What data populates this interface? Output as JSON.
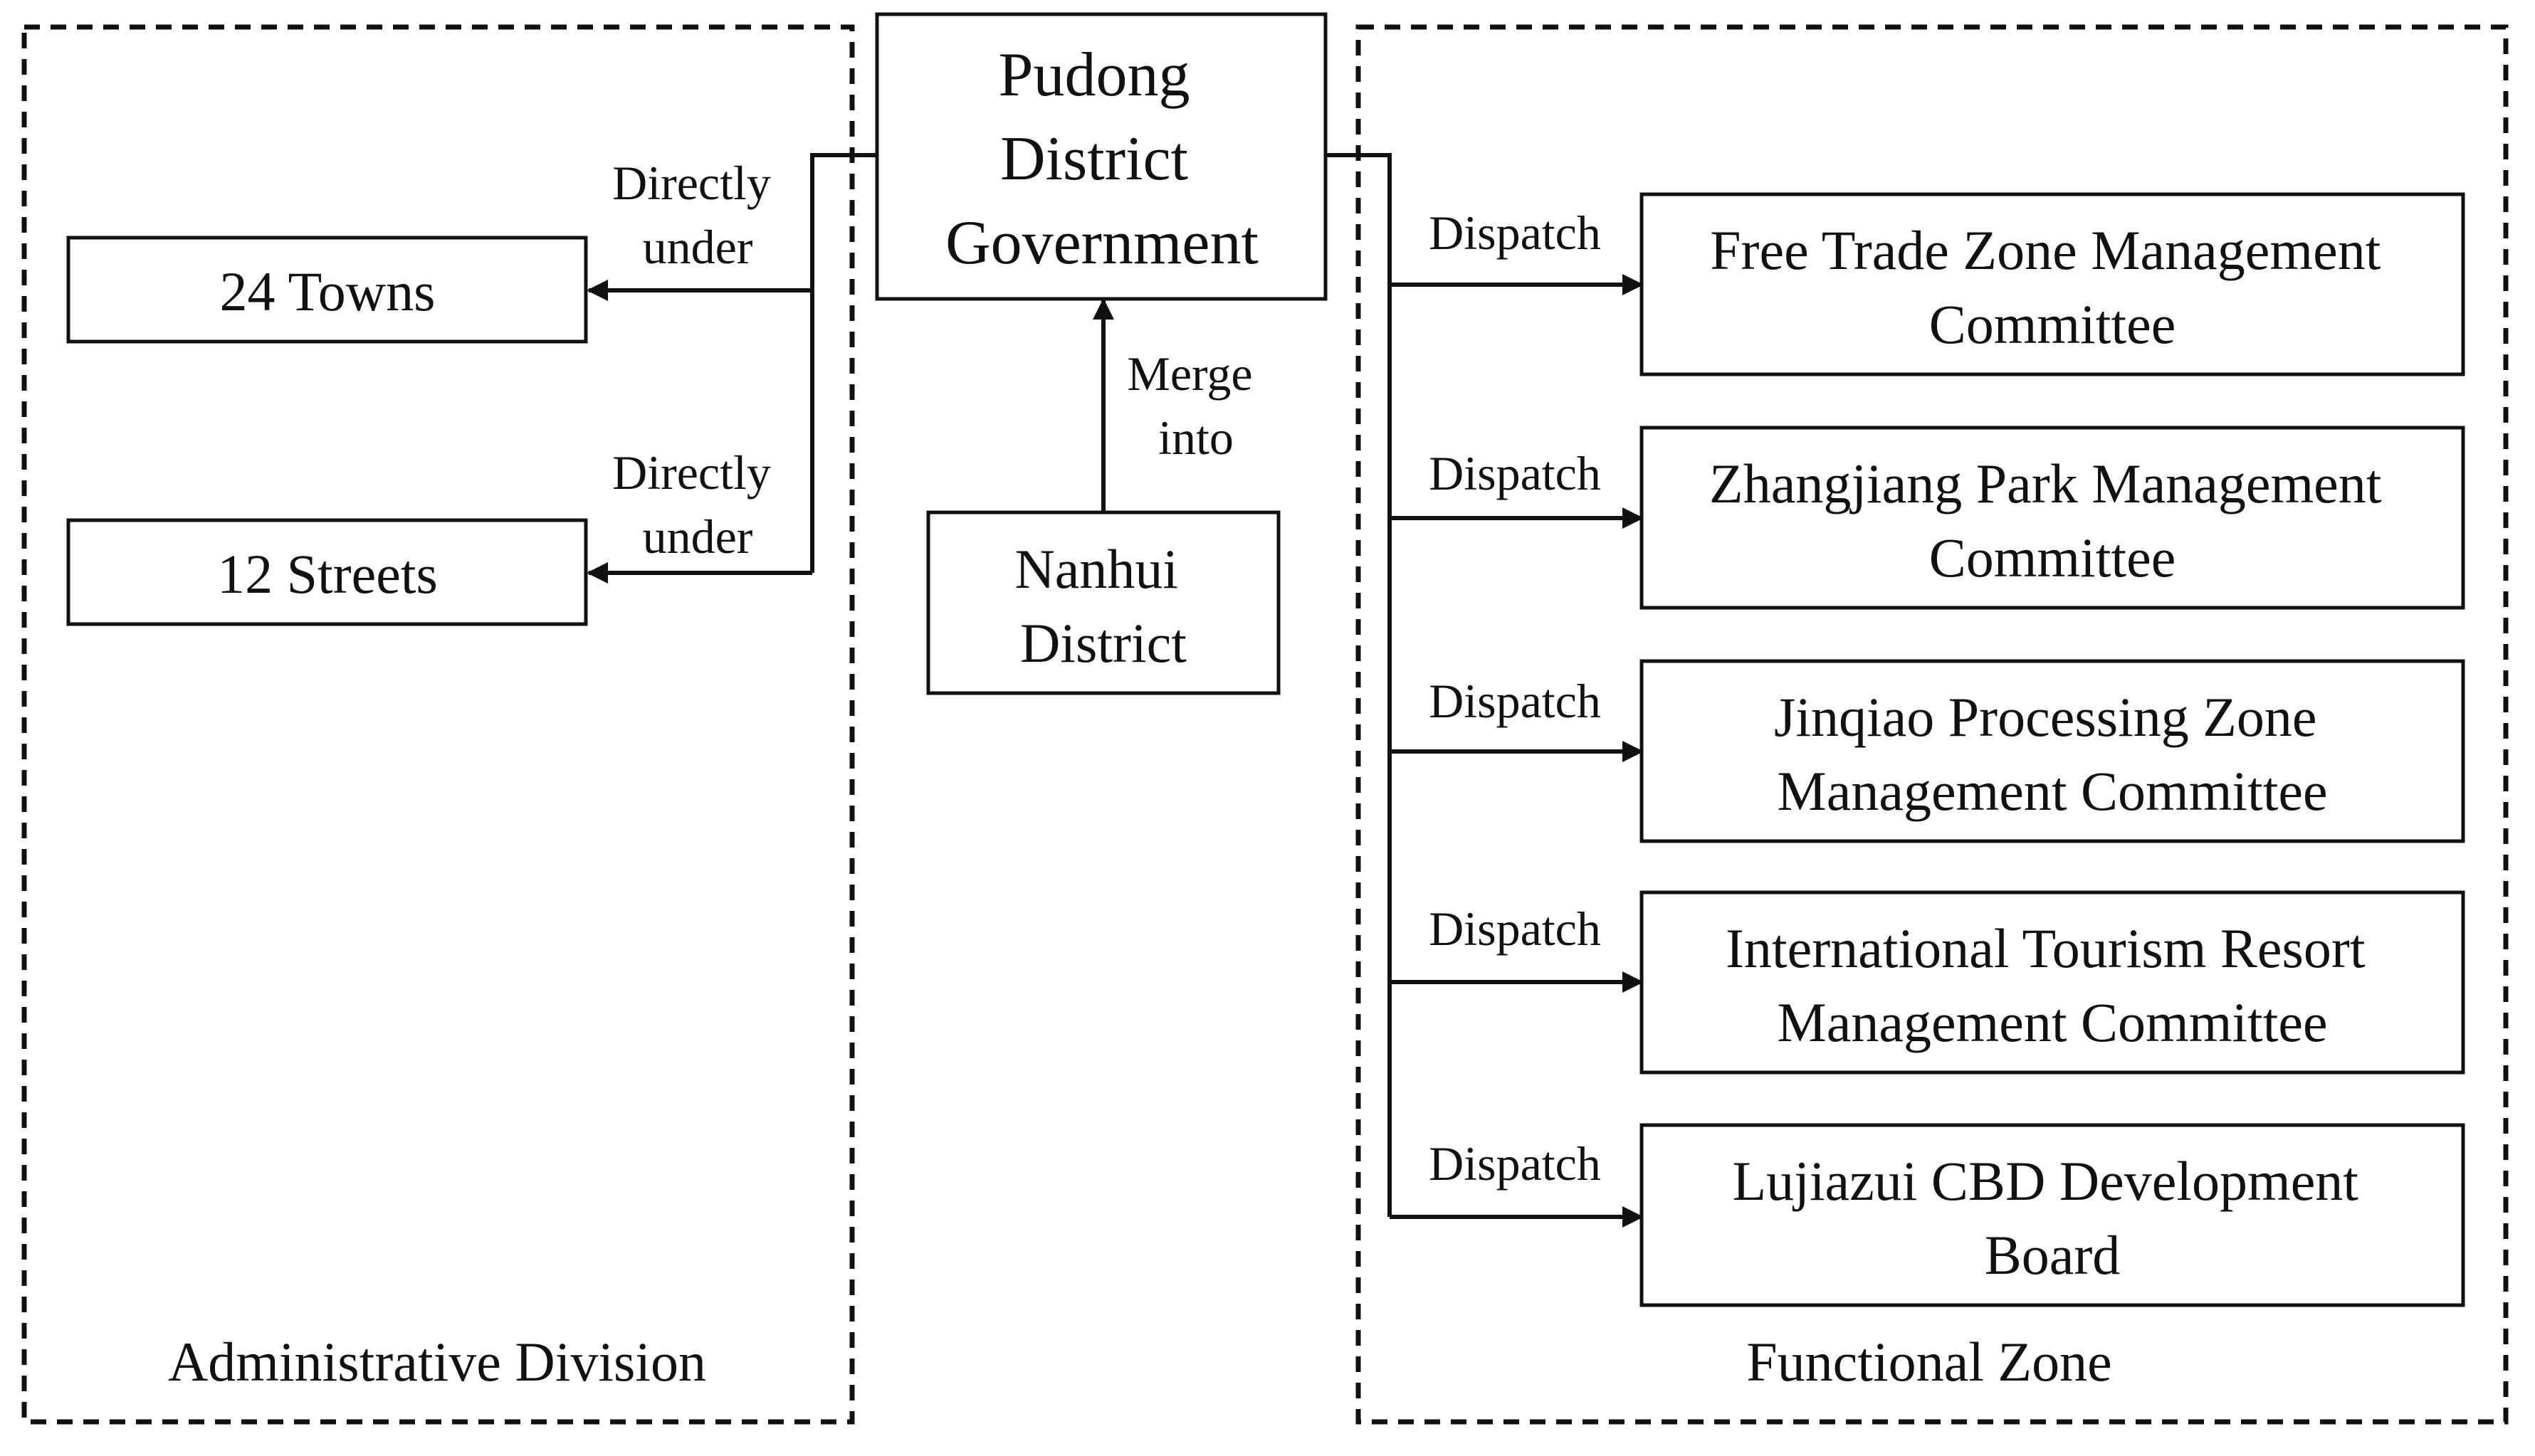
{
  "regions": {
    "administrative": {
      "label": "Administrative Division"
    },
    "functional": {
      "label": "Functional Zone"
    }
  },
  "nodes": {
    "pudong": {
      "lines": [
        "Pudong",
        "District",
        "Government"
      ]
    },
    "nanhui": {
      "lines": [
        "Nanhui",
        "District"
      ]
    },
    "towns": {
      "lines": [
        "24 Towns"
      ]
    },
    "streets": {
      "lines": [
        "12 Streets"
      ]
    },
    "ftz": {
      "lines": [
        "Free Trade Zone Management",
        "Committee"
      ]
    },
    "zhangjiang": {
      "lines": [
        "Zhangjiang Park Management",
        "Committee"
      ]
    },
    "jinqiao": {
      "lines": [
        "Jinqiao Processing Zone",
        "Management Committee"
      ]
    },
    "tourism": {
      "lines": [
        "International Tourism Resort",
        "Management Committee"
      ]
    },
    "lujiazui": {
      "lines": [
        "Lujiazui CBD Development",
        "Board"
      ]
    }
  },
  "edges": {
    "towns": {
      "lines": [
        "Directly",
        "under"
      ]
    },
    "streets": {
      "lines": [
        "Directly",
        "under"
      ]
    },
    "nanhui": {
      "lines": [
        "Merge",
        "into"
      ]
    },
    "ftz": {
      "label": "Dispatch"
    },
    "zhangjiang": {
      "label": "Dispatch"
    },
    "jinqiao": {
      "label": "Dispatch"
    },
    "tourism": {
      "label": "Dispatch"
    },
    "lujiazui": {
      "label": "Dispatch"
    }
  },
  "colors": {
    "stroke": "#111111",
    "background": "#ffffff"
  }
}
